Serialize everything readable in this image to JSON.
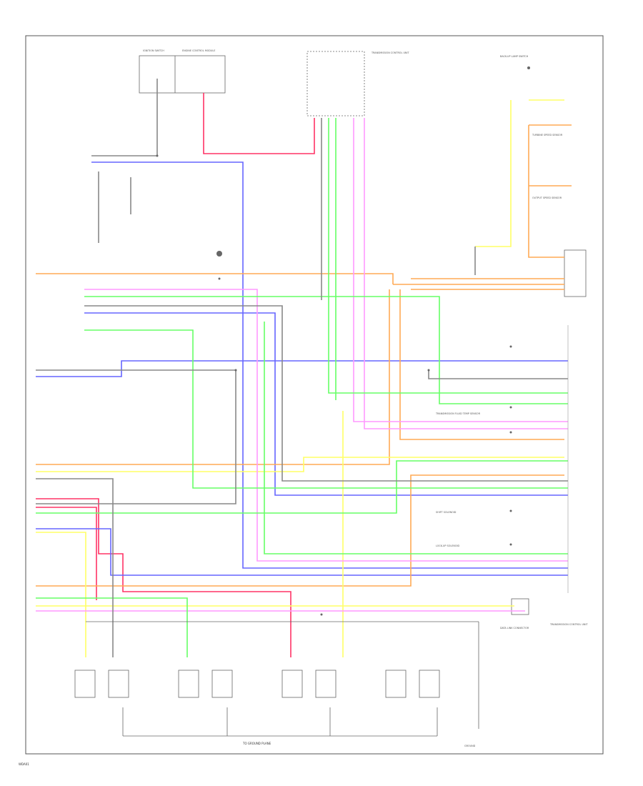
{
  "diagram": {
    "ground_bus_label": "TO GROUND PLANE",
    "footer_code": "WDA01",
    "top_labels": [
      "IGNITION SWITCH",
      "ENGINE CONTROL MODULE",
      "TRANSMISSION CONTROL UNIT",
      "BACK-UP LAMP SWITCH",
      "TURBINE SPEED SENSOR",
      "OUTPUT SPEED SENSOR"
    ],
    "side_labels": [
      "TRANSMISSION CONTROL UNIT",
      "SHIFT SOLENOID",
      "TRANSMISSION FLUID TEMP SENSOR",
      "LOCK-UP SOLENOID",
      "DATA LINK CONNECTOR",
      "GROUND"
    ],
    "colors": {
      "wire_red": "#ff3366",
      "wire_yellow": "#ffff66",
      "wire_pink": "#ff99ff",
      "wire_green": "#66ff66",
      "wire_blue": "#6666ff",
      "wire_orange": "#ffaa55",
      "wire_gray": "#888888",
      "wire_dark": "#333333"
    }
  }
}
